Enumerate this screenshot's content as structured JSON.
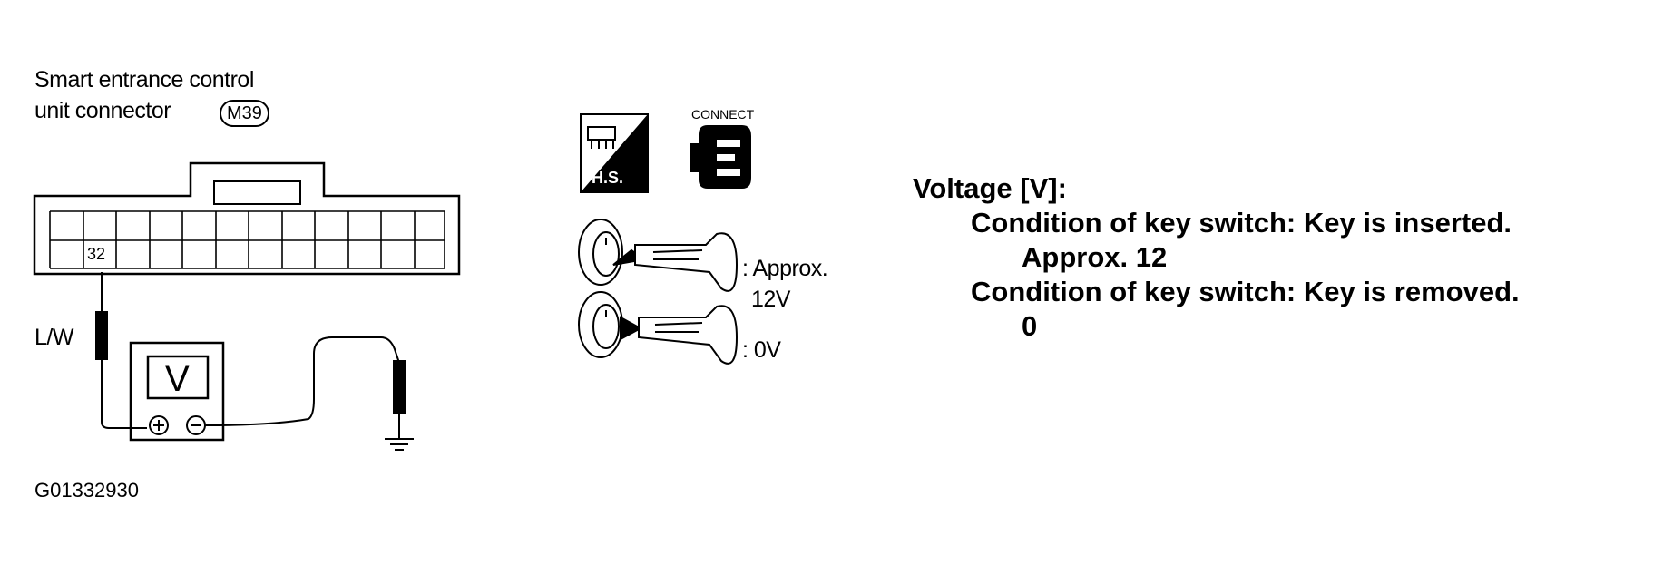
{
  "connector": {
    "title_line1": "Smart entrance control",
    "title_line2": "unit connector",
    "connector_id": "M39",
    "terminal": "32",
    "wire_color": "L/W"
  },
  "meter": {
    "label": "V",
    "plus": "+",
    "minus": "−"
  },
  "icons": {
    "hs_label": "H.S.",
    "connect_label": "CONNECT",
    "hs_icon": "harness-side-icon",
    "connect_icon": "connector-icon",
    "key_icon": "key-icon"
  },
  "key_states": {
    "inserted_line1": ": Approx.",
    "inserted_line2": "12V",
    "removed": ": 0V"
  },
  "voltage": {
    "heading": "Voltage [V]:",
    "cond1": "Condition of key switch:  Key is inserted.",
    "val1": "Approx.  12",
    "cond2": "Condition of key switch:  Key is removed.",
    "val2": "0"
  },
  "figure_code": "G01332930"
}
